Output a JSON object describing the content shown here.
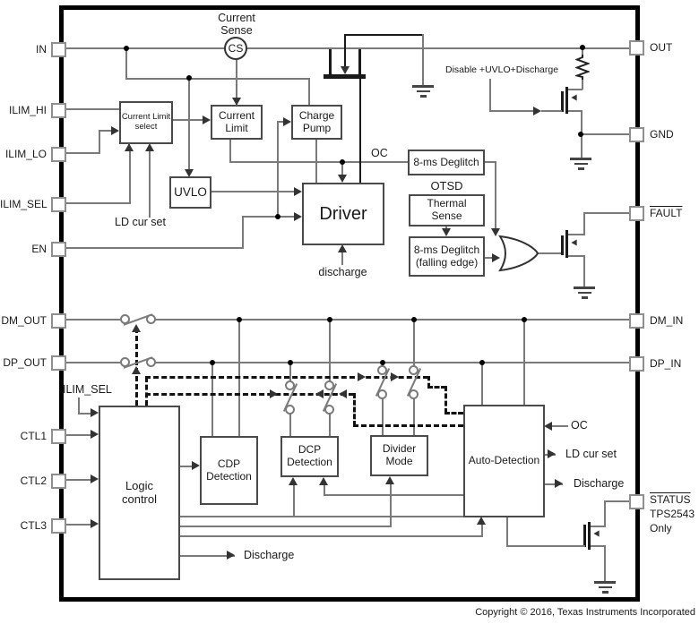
{
  "diagram": {
    "pins_left": [
      {
        "label": "IN"
      },
      {
        "label": "ILIM_HI"
      },
      {
        "label": "ILIM_LO"
      },
      {
        "label": "ILIM_SEL"
      },
      {
        "label": "EN"
      },
      {
        "label": "DM_OUT"
      },
      {
        "label": "DP_OUT"
      },
      {
        "label": "CTL1"
      },
      {
        "label": "CTL2"
      },
      {
        "label": "CTL3"
      }
    ],
    "pins_right": [
      {
        "label": "OUT"
      },
      {
        "label": "GND"
      },
      {
        "label": "FAULT"
      },
      {
        "label": "DM_IN"
      },
      {
        "label": "DP_IN"
      },
      {
        "label": "STATUS"
      }
    ],
    "status_note": {
      "line1": "TPS2543",
      "line2": "Only"
    },
    "blocks": {
      "current_sense": {
        "line1": "Current",
        "line2": "Sense",
        "symbol": "CS"
      },
      "current_limit_select": {
        "line1": "Current Limit",
        "line2": "select"
      },
      "current_limit": {
        "line1": "Current",
        "line2": "Limit"
      },
      "charge_pump": {
        "line1": "Charge",
        "line2": "Pump"
      },
      "uvlo": {
        "label": "UVLO"
      },
      "driver": {
        "label": "Driver"
      },
      "deglitch_oc": {
        "label": "8-ms Deglitch"
      },
      "thermal_sense": {
        "tag": "OTSD",
        "line1": "Thermal",
        "line2": "Sense"
      },
      "deglitch_falling": {
        "line1": "8-ms Deglitch",
        "line2": "(falling edge)"
      },
      "logic_control": {
        "line1": "Logic",
        "line2": "control"
      },
      "cdp_detection": {
        "line1": "CDP",
        "line2": "Detection"
      },
      "dcp_detection": {
        "line1": "DCP",
        "line2": "Detection"
      },
      "divider_mode": {
        "line1": "Divider",
        "line2": "Mode"
      },
      "auto_detection": {
        "label": "Auto-Detection"
      }
    },
    "annotations": {
      "ld_cur_set": "LD cur set",
      "oc": "OC",
      "driver_discharge": "discharge",
      "disable_path": "Disable +UVLO+Discharge",
      "ilim_sel": "ILIM_SEL",
      "logic_discharge": "Discharge",
      "auto_oc": "OC",
      "auto_ld_cur_set": "LD cur set",
      "auto_discharge": "Discharge"
    }
  },
  "footer": {
    "copyright": "Copyright © 2016, Texas Instruments Incorporated"
  }
}
